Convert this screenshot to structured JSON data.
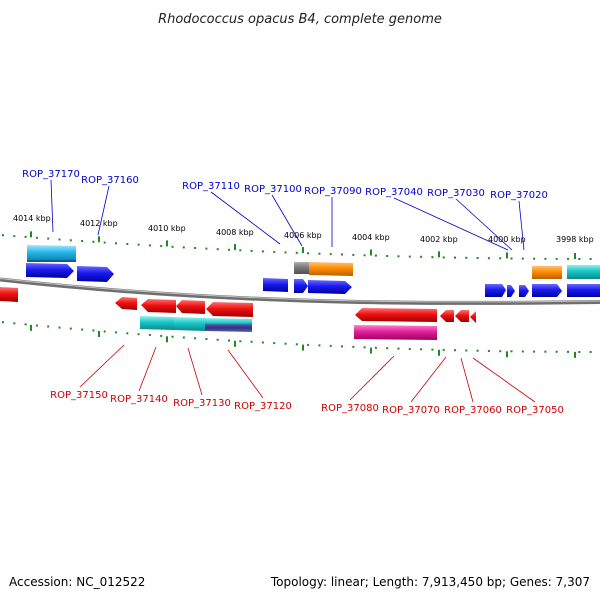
{
  "title": "Rhodococcus opacus B4, complete genome",
  "footer": {
    "accession": "Accession: NC_012522",
    "summary": "Topology: linear; Length: 7,913,450 bp; Genes: 7,307"
  },
  "colors": {
    "backbone": "#8a8a8a",
    "tick": "#228822",
    "label_top": "#0000cc",
    "label_bottom": "#cc0000",
    "blue": "#1a1aee",
    "red": "#ee1111",
    "orange": "#ff8c00",
    "cyan": "#19c6c6",
    "magenta": "#e0209a",
    "gray": "#808080"
  },
  "kbp_labels": [
    "4014 kbp",
    "4012 kbp",
    "4010 kbp",
    "4008 kbp",
    "4006 kbp",
    "4004 kbp",
    "4002 kbp",
    "4000 kbp",
    "3998 kbp"
  ],
  "top_labels": [
    "ROP_37170",
    "ROP_37160",
    "ROP_37110",
    "ROP_37100",
    "ROP_37090",
    "ROP_37040",
    "ROP_37030",
    "ROP_37020"
  ],
  "bottom_labels": [
    "ROP_37150",
    "ROP_37140",
    "ROP_37130",
    "ROP_37120",
    "ROP_37080",
    "ROP_37070",
    "ROP_37060",
    "ROP_37050"
  ]
}
